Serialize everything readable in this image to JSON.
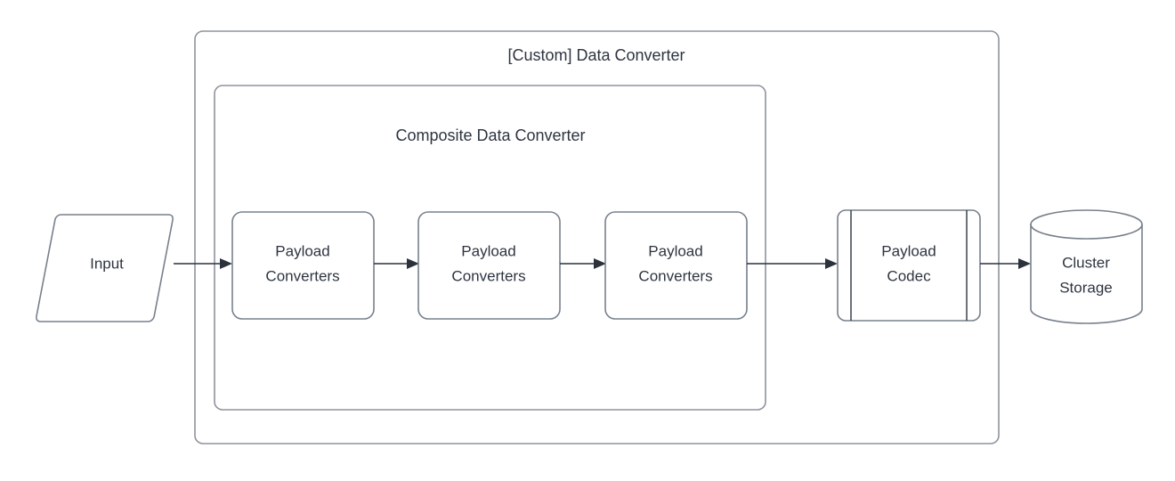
{
  "diagram": {
    "title": "[Custom] Data Converter",
    "background_color": "#ffffff",
    "stroke_color": "#77808c",
    "text_color": "#2e3440",
    "connector_color": "#2b323c",
    "containers": [
      {
        "id": "custom-data-converter",
        "label": "[Custom] Data Converter",
        "shape": "rounded-rectangle"
      },
      {
        "id": "composite-data-converter",
        "label": "Composite Data Converter",
        "shape": "rounded-rectangle"
      }
    ],
    "nodes": [
      {
        "id": "input",
        "label": "Input",
        "shape": "parallelogram"
      },
      {
        "id": "payload-converters-1",
        "label_line1": "Payload",
        "label_line2": "Converters",
        "shape": "rounded-rectangle"
      },
      {
        "id": "payload-converters-2",
        "label_line1": "Payload",
        "label_line2": "Converters",
        "shape": "rounded-rectangle"
      },
      {
        "id": "payload-converters-3",
        "label_line1": "Payload",
        "label_line2": "Converters",
        "shape": "rounded-rectangle"
      },
      {
        "id": "payload-codec",
        "label_line1": "Payload",
        "label_line2": "Codec",
        "shape": "predefined-process"
      },
      {
        "id": "cluster-storage",
        "label_line1": "Cluster",
        "label_line2": "Storage",
        "shape": "cylinder"
      }
    ],
    "edges": [
      {
        "from": "input",
        "to": "payload-converters-1"
      },
      {
        "from": "payload-converters-1",
        "to": "payload-converters-2"
      },
      {
        "from": "payload-converters-2",
        "to": "payload-converters-3"
      },
      {
        "from": "payload-converters-3",
        "to": "payload-codec"
      },
      {
        "from": "payload-codec",
        "to": "cluster-storage"
      }
    ]
  }
}
